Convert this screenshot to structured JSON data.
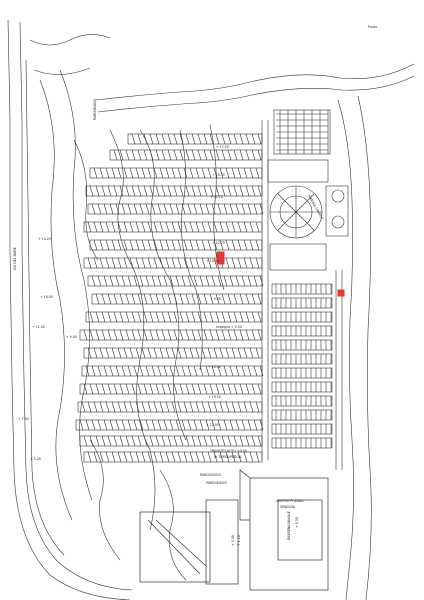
{
  "map": {
    "labels": {
      "corner_tr": "Punta",
      "road_left": "VIA DEL MARE",
      "lot_top_left": "PARCHEGGIO",
      "tall_1": "+ 12.50",
      "tall_2": "+ 19.75",
      "tall_3": "+ 22.75",
      "tall_4": "+ 12.75",
      "tall_5": "+ 10.50",
      "tall_6": "+ 9.60",
      "tall_7": "+ 20.50",
      "tall_8": "+ 19.50",
      "tall_9": "+ 17.00",
      "mid_block": "Impegno + 0.50",
      "left_1": "+ 14.25",
      "left_2": "+ 16.50",
      "left_3": "+ 11.50",
      "left_4": "+ 9.00",
      "left_5": "+ 7.50",
      "left_6": "+ 5.25",
      "church": "MARINA GRANDE",
      "transit_1": "TRANSITO AUTO +0.00",
      "transit_2": "IN TERRA/PEDON.",
      "transit_3": "PARCHEGGIO",
      "park_lower": "PARCHEGGIO",
      "building": "CENTRO POLIVAL.",
      "building_2": "SPIAGGIA",
      "marina": "DARSENA NAVALE",
      "marina_2": "+ 0.30",
      "lower_slot": "+ 3.00",
      "lower_slot_2": "+ 1.20"
    },
    "highlight_color": "#e53935",
    "line_color": "#333333"
  }
}
